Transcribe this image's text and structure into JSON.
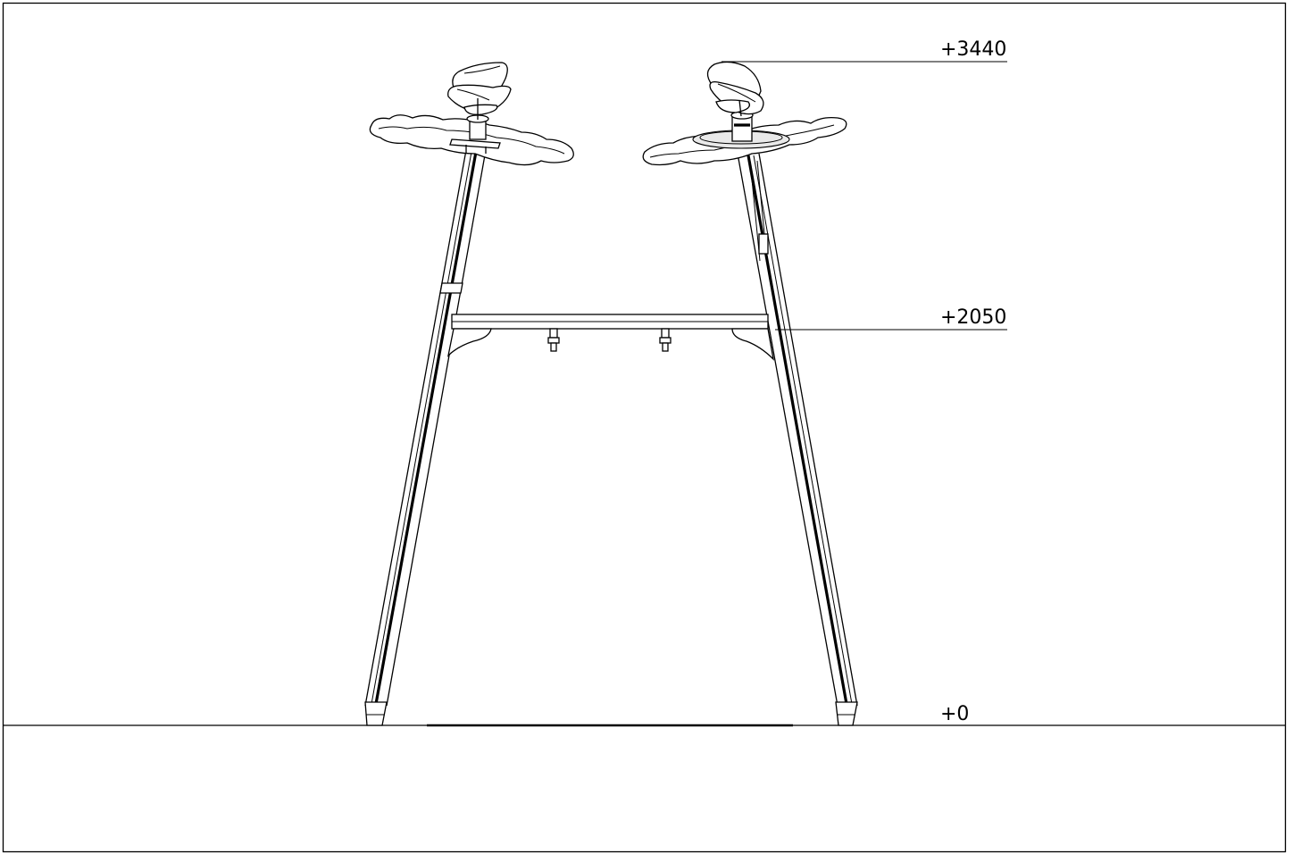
{
  "levels": [
    {
      "label": "+3440"
    },
    {
      "label": "+2050"
    },
    {
      "label": "+0"
    }
  ],
  "colors": {
    "line": "#000000",
    "background": "#ffffff",
    "shade": "#e9e9e9"
  }
}
